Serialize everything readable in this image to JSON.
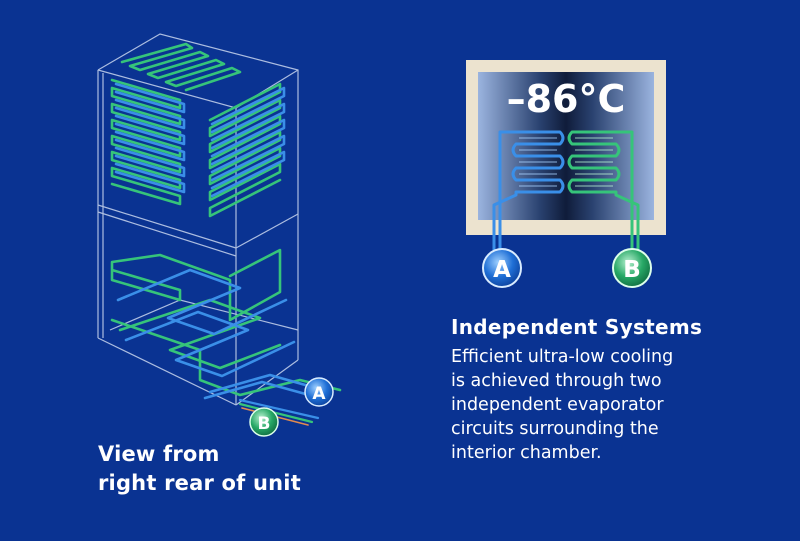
{
  "colors": {
    "background": "#0a3392",
    "circuit_a": "#3a8fe8",
    "circuit_b": "#36c47a",
    "panel_frame": "#ece3cf",
    "cabinet_outline": "#c9d6ee"
  },
  "left_diagram": {
    "badge_a": "A",
    "badge_b": "B",
    "caption_line1": "View from",
    "caption_line2": "right rear of unit"
  },
  "right_diagram": {
    "temperature": "–86°C",
    "badge_a": "A",
    "badge_b": "B"
  },
  "text": {
    "heading": "Independent Systems",
    "description_lines": [
      "Efficient ultra-low cooling",
      "is achieved through two",
      "independent evaporator",
      "circuits surrounding the",
      "interior chamber."
    ]
  }
}
